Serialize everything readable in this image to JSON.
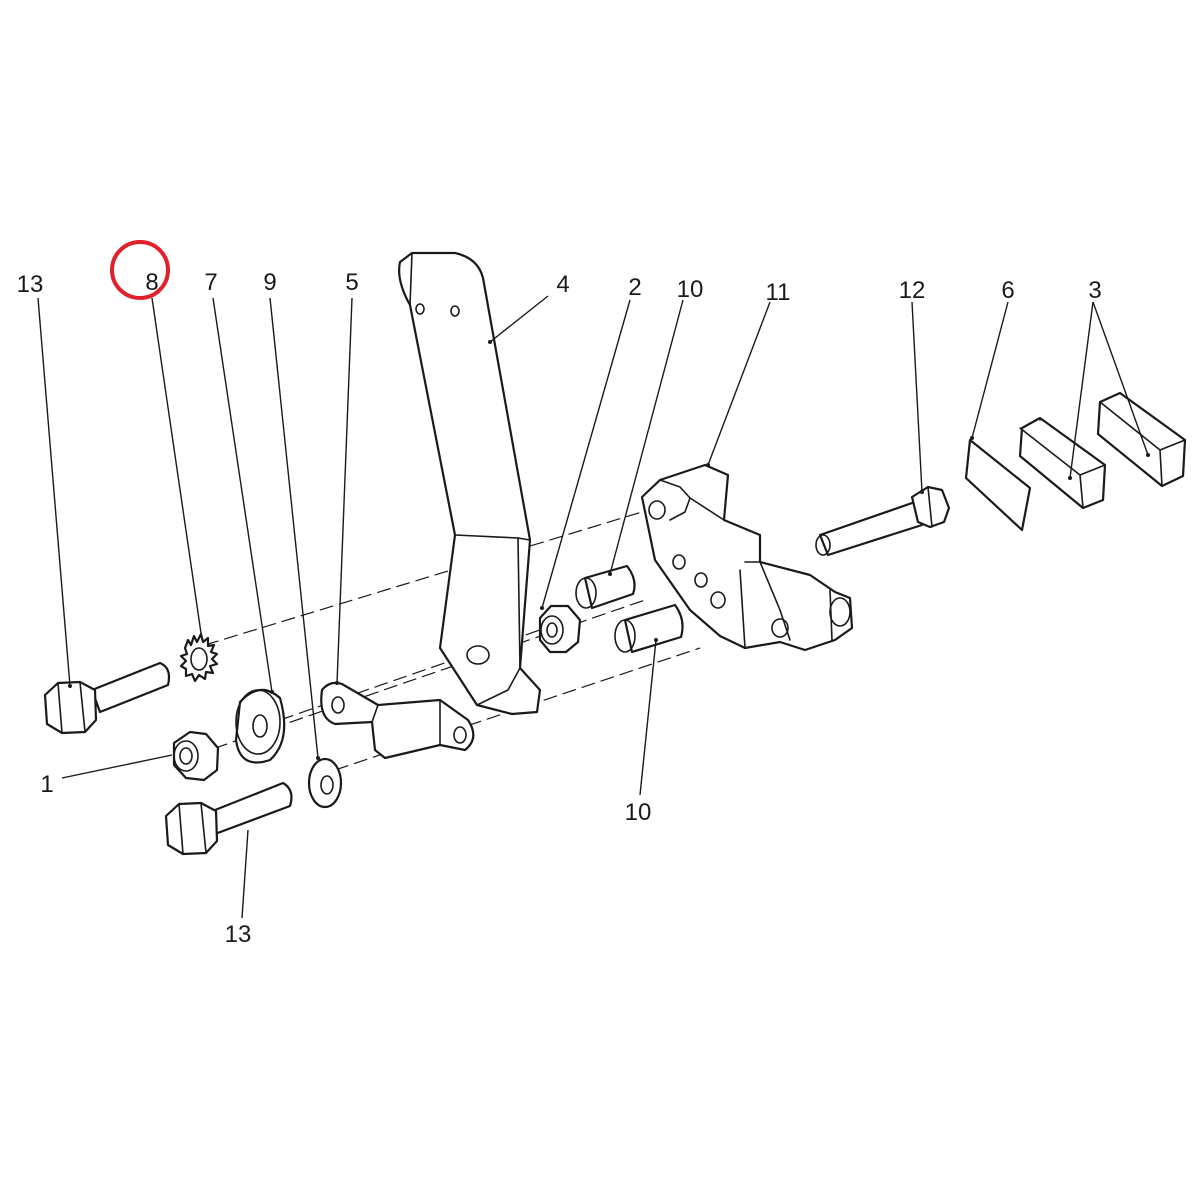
{
  "callouts": {
    "c1": "1",
    "c2": "2",
    "c3": "3",
    "c4": "4",
    "c5": "5",
    "c6": "6",
    "c7": "7",
    "c8": "8",
    "c9": "9",
    "c10_top": "10",
    "c10_bottom": "10",
    "c11": "11",
    "c12": "12",
    "c13_top": "13",
    "c13_bottom": "13"
  },
  "highlight": {
    "target_callout": "8",
    "color": "#e0202a"
  },
  "colors": {
    "line": "#1a1a1a",
    "background": "#ffffff"
  }
}
